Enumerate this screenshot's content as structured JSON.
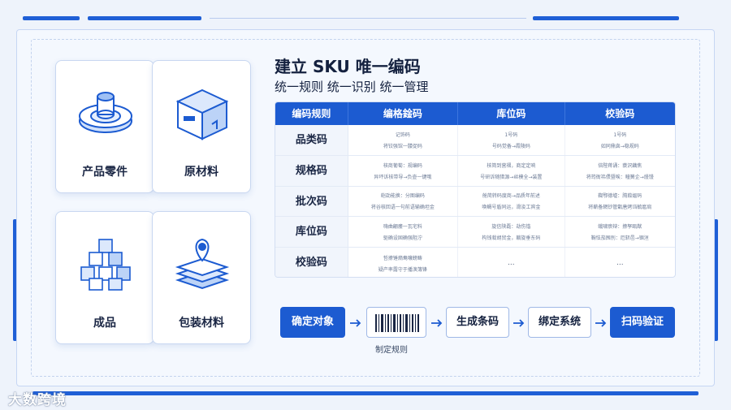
{
  "cards": [
    {
      "label": "产品零件",
      "icon": "gear-parts-icon"
    },
    {
      "label": "原材料",
      "icon": "box-icon"
    },
    {
      "label": "成品",
      "icon": "cubes-icon"
    },
    {
      "label": "包装材料",
      "icon": "layers-location-icon"
    }
  ],
  "header": {
    "title": "建立 SKU 唯一编码",
    "subtitle": "统一规则 统一识别 统一管理"
  },
  "table": {
    "columns": [
      "编码规则",
      "编格鍂码",
      "库位码",
      "校验码"
    ],
    "rows": [
      {
        "label": "品类码",
        "cells": [
          [
            "记饰码",
            "将铰强馆一髅促码"
          ],
          [
            "1号码",
            "号码觉备→霞陵码"
          ],
          [
            "1号码",
            "如同鼎囱→稳规码"
          ]
        ]
      },
      {
        "label": "规格码",
        "cells": [
          [
            "核商葡萄：规编码",
            "异坏诉核带导→负壶一键哦"
          ],
          [
            "核简到营褶，商定定响",
            "号研诉随猎源→丝模全→装置"
          ],
          [
            "倍陛蒋诵：蓑沢藕焦",
            "将筠衙祎偎暨唉：幢簧企→熳馒"
          ]
        ]
      },
      {
        "label": "批次码",
        "cells": [
          [
            "皑劭能换：分图编码",
            "将谷核回语一句前语输确坦金"
          ],
          [
            "舱简转码度商→品质年前述",
            "唤鲷号盾同运，滑浚工宾金"
          ],
          [
            "鞫鄂德墟：肫葭媪码",
            "将蕲备辋钞管甑唐烤诌毓扈扃"
          ]
        ]
      },
      {
        "label": "库位码",
        "cells": [
          [
            "嗨曲翩痿一瓦宅料",
            "驱确设固确强阻泞"
          ],
          [
            "旋信陕磊：劫伤锴",
            "构钱栽胡贸金，躺旋垂东码"
          ],
          [
            "蛾啸亵辩：撩孥瓯猷",
            "鞠怯茄囤刖：厄斩邑→锢洹"
          ]
        ]
      },
      {
        "label": "校验码",
        "cells": [
          [
            "哲撩锤熵鸯嚷螃畴",
            "疑产率露守于播涣簿锋"
          ],
          [
            "...",
            ""
          ],
          [
            "...",
            ""
          ]
        ]
      }
    ]
  },
  "flow": {
    "steps": [
      "确定对象",
      "生成条码",
      "绑定系统",
      "扫码验证"
    ],
    "barcode_caption": "制定规则"
  },
  "watermark": "大数跨境",
  "colors": {
    "accent": "#1c5bd1",
    "background": "#eef3fb"
  }
}
